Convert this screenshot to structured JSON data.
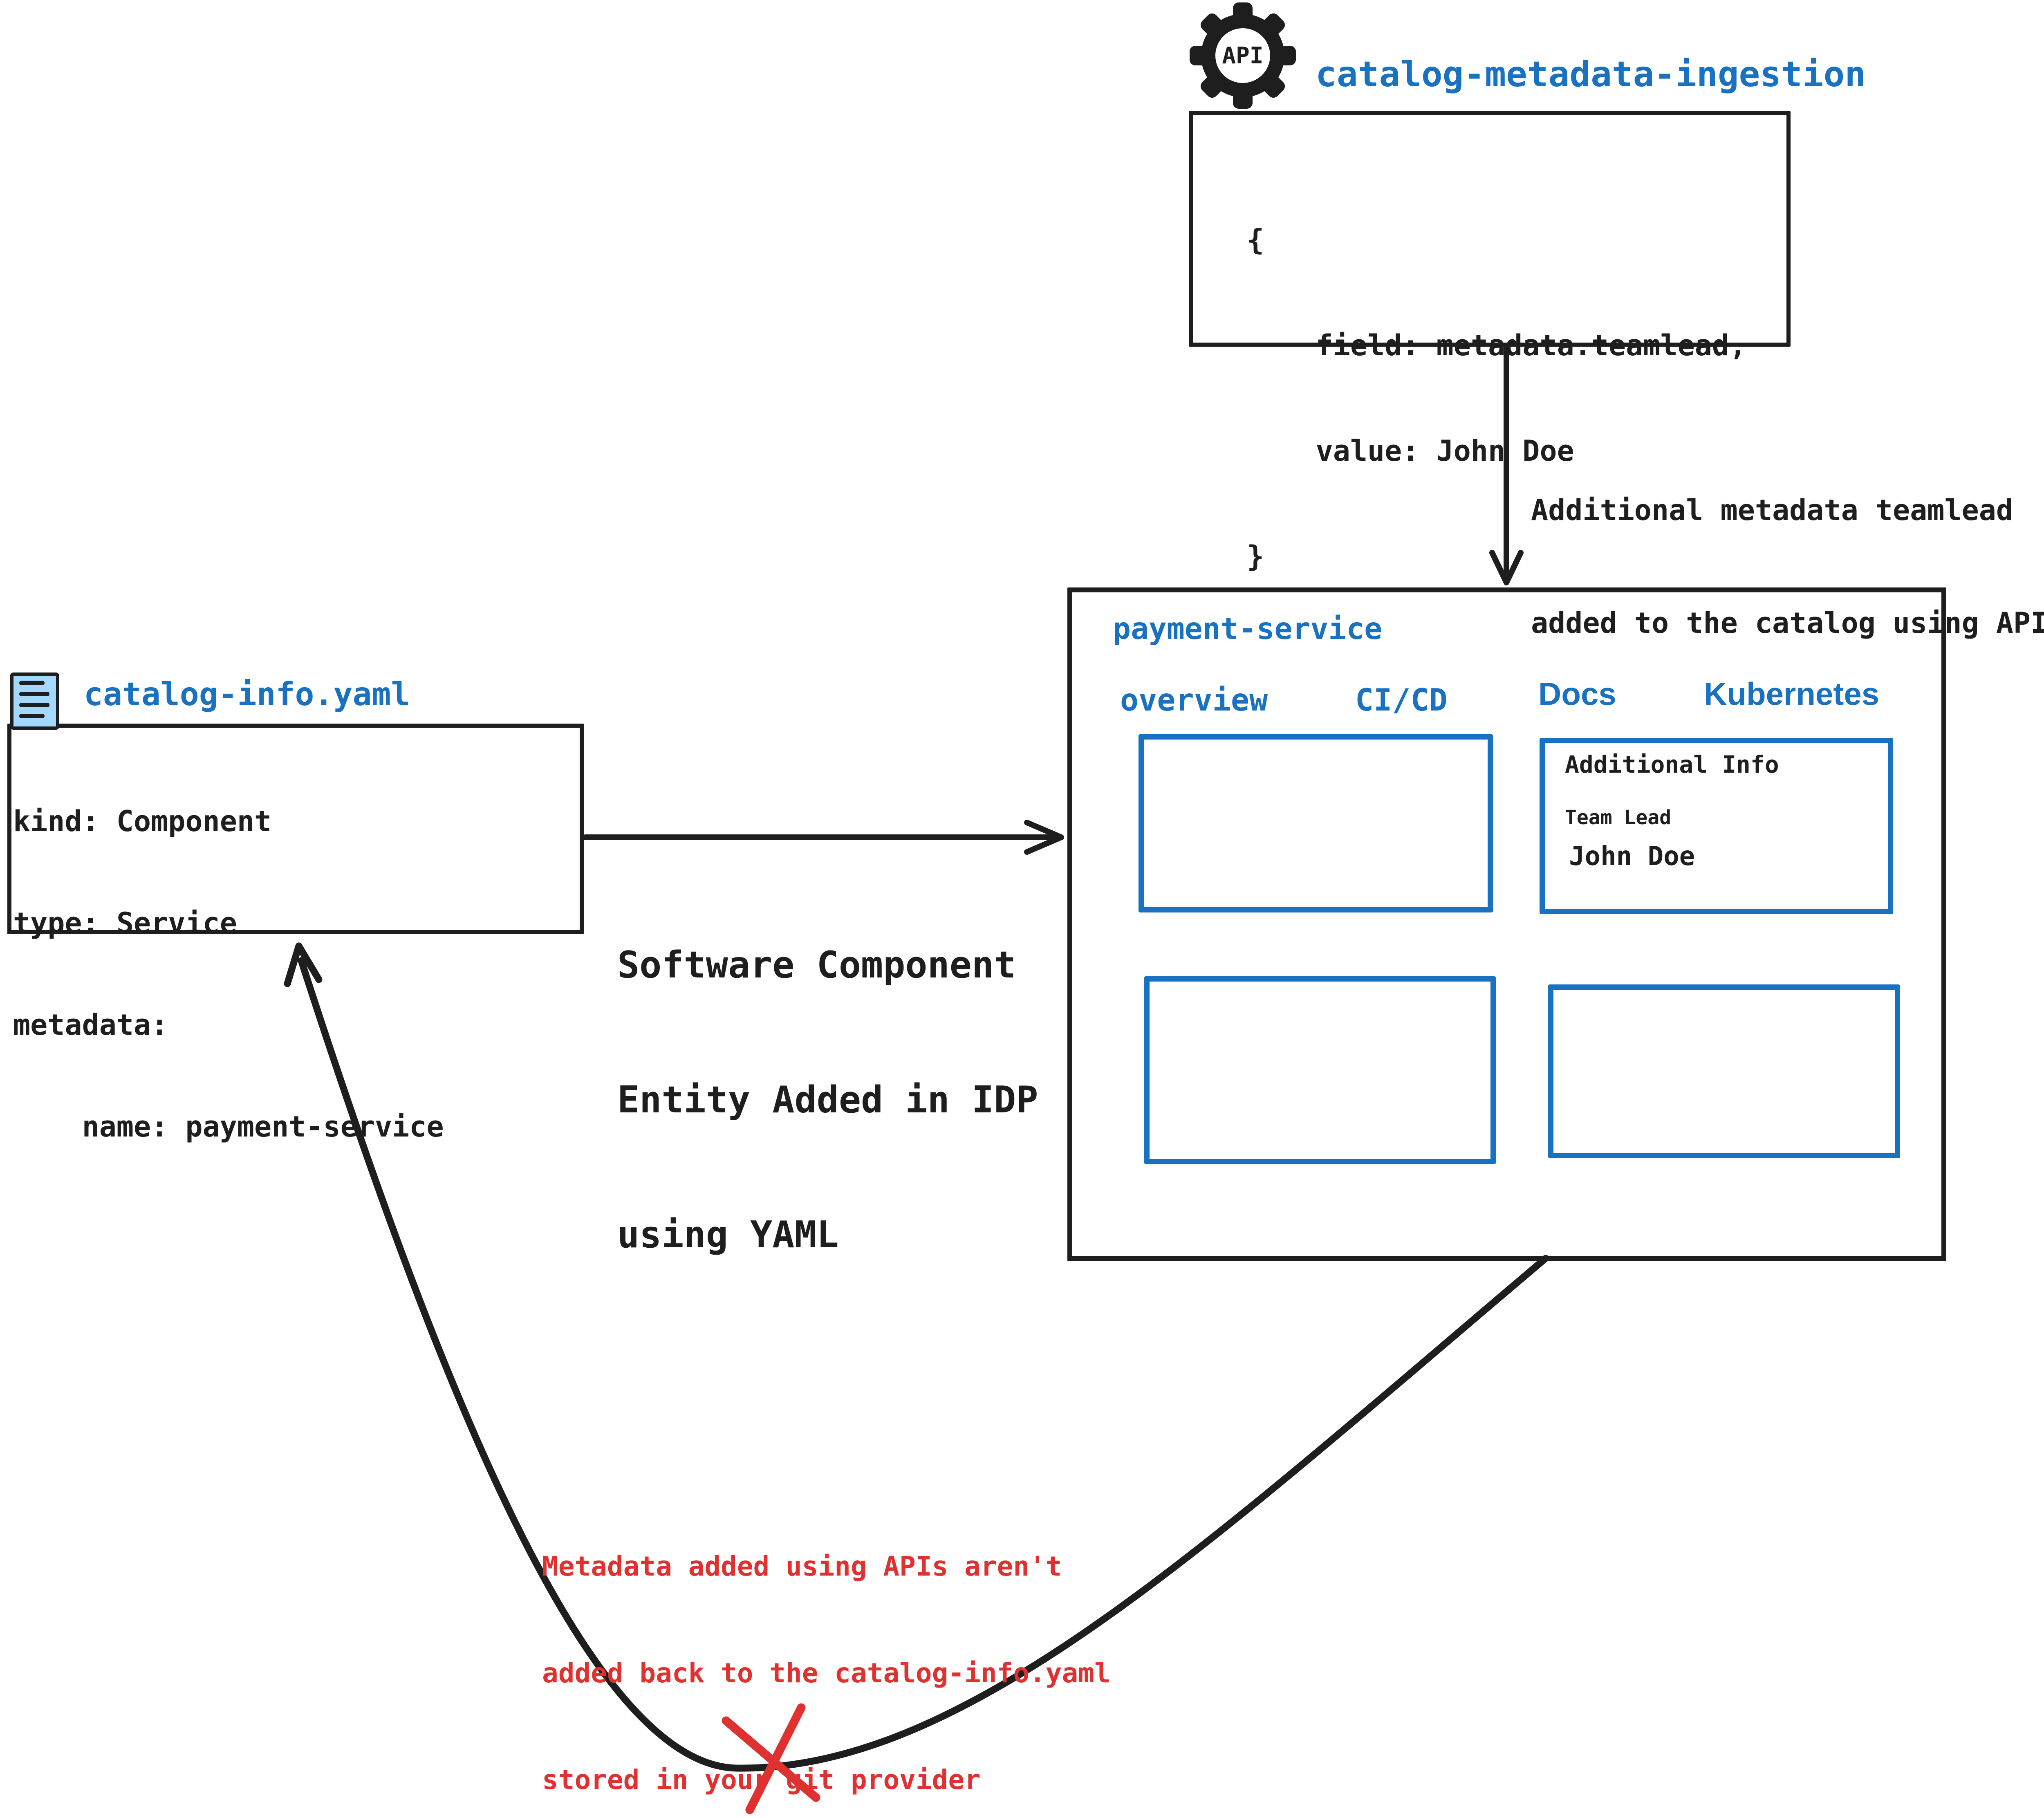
{
  "colors": {
    "ink": "#1e1e1e",
    "blue": "#1971c2",
    "red": "#e03131",
    "light_blue": "#a5d8ff"
  },
  "api_service": {
    "gear_label": "API",
    "name": "catalog-metadata-ingestion",
    "code": {
      "lines": [
        "{",
        "    field: metadata.teamlead,",
        "    value: John Doe",
        "}"
      ]
    }
  },
  "api_arrow": {
    "label_line1": "Additional metadata teamlead",
    "label_line2": "added to the catalog using APIs"
  },
  "idp": {
    "name": "payment-service",
    "tabs": [
      {
        "label": "overview"
      },
      {
        "label": "CI/CD"
      },
      {
        "label": "Docs"
      },
      {
        "label": "Kubernetes"
      }
    ],
    "docs_panel": {
      "heading": "Additional Info",
      "field_label": "Team Lead",
      "field_value": "John Doe"
    }
  },
  "yaml_arrow": {
    "label_line1": "Software Component",
    "label_line2": "Entity Added in IDP",
    "label_line3": "using YAML"
  },
  "yaml_file": {
    "filename": "catalog-info.yaml",
    "lines": [
      "kind: Component",
      "type: Service",
      "metadata:",
      "    name: payment-service"
    ]
  },
  "feedback": {
    "note_line1": "Metadata added using APIs aren't",
    "note_line2": "added back to the catalog-info.yaml",
    "note_line3": "stored in your git provider"
  }
}
